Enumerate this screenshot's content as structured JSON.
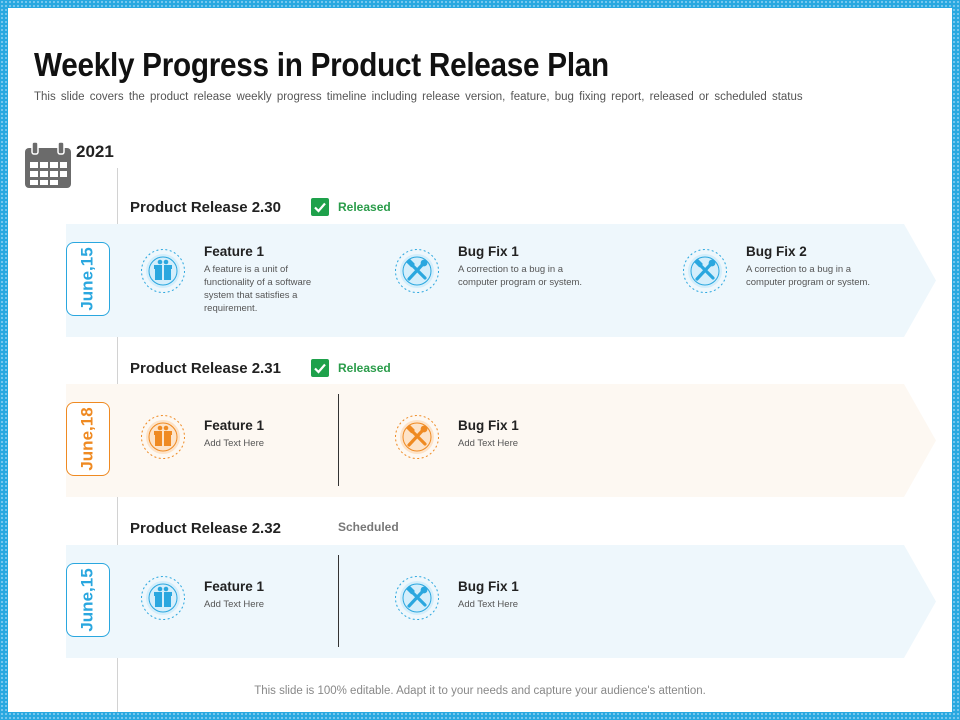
{
  "title": "Weekly Progress in Product Release Plan",
  "subtitle": "This slide covers the product release weekly progress timeline including release version, feature, bug fixing report, released or scheduled status",
  "year": "2021",
  "releases": [
    {
      "name": "Product Release 2.30",
      "status": "Released",
      "date": "June,15",
      "accent": "#2aa7df",
      "band_color": "#eef7fc",
      "items": [
        {
          "title": "Feature 1",
          "desc": "A feature is a unit of functionality of a software system that satisfies a requirement.",
          "icon": "gift-icon"
        },
        {
          "title": "Bug Fix 1",
          "desc": "A correction to a bug in a computer program or system.",
          "icon": "tools-icon"
        },
        {
          "title": "Bug Fix 2",
          "desc": "A correction to a bug in a computer program or system.",
          "icon": "tools-icon"
        }
      ]
    },
    {
      "name": "Product Release 2.31",
      "status": "Released",
      "date": "June,18",
      "accent": "#ef8a22",
      "band_color": "#fdf8f2",
      "items": [
        {
          "title": "Feature 1",
          "desc": "Add Text Here",
          "icon": "gift-icon"
        },
        {
          "title": "Bug Fix 1",
          "desc": "Add Text Here",
          "icon": "tools-icon"
        }
      ]
    },
    {
      "name": "Product Release 2.32",
      "status": "Scheduled",
      "date": "June,15",
      "accent": "#2aa7df",
      "band_color": "#eef7fc",
      "items": [
        {
          "title": "Feature 1",
          "desc": "Add Text Here",
          "icon": "gift-icon"
        },
        {
          "title": "Bug Fix 1",
          "desc": "Add Text Here",
          "icon": "tools-icon"
        }
      ]
    }
  ],
  "footer": "This slide is 100% editable. Adapt it to your needs and capture your audience's attention."
}
